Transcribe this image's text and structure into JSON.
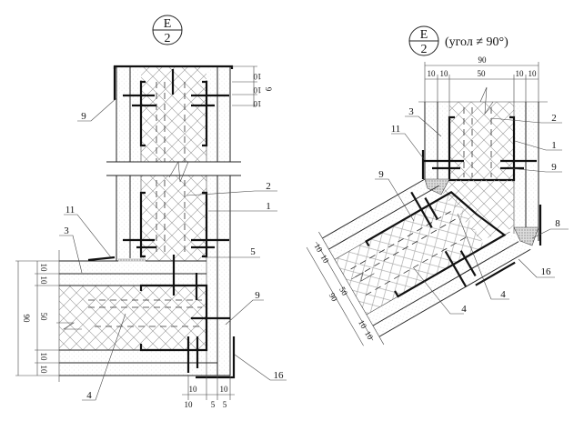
{
  "left_detail": {
    "marker": {
      "top": "E",
      "bottom": "2"
    },
    "labels": {
      "l9a": "9",
      "l2": "2",
      "l1": "1",
      "l11": "11",
      "l3": "3",
      "l5": "5",
      "l9b": "9",
      "l16": "16",
      "l4": "4"
    },
    "dims": {
      "total": "90",
      "d10a": "10",
      "d10b": "10",
      "d50": "50",
      "d10c": "10",
      "d10d": "10",
      "top10a": "10",
      "top10b": "10",
      "top10c": "10",
      "top9": "9",
      "bot10a": "10",
      "bot10b": "10",
      "bot10c": "10",
      "bot5a": "5",
      "bot5b": "5"
    }
  },
  "right_detail": {
    "marker": {
      "top": "E",
      "bottom": "2"
    },
    "note": "(угол ≠ 90°)",
    "labels": {
      "l3": "3",
      "l2": "2",
      "l11": "11",
      "l1": "1",
      "l9a": "9",
      "l9b": "9",
      "l8": "8",
      "l16": "16",
      "l4a": "4",
      "l4b": "4"
    },
    "dims": {
      "total_top": "90",
      "t10a": "10",
      "t10b": "10",
      "t50": "50",
      "t10c": "10",
      "t10d": "10",
      "total_side": "90",
      "s10a": "10",
      "s10b": "10",
      "s50": "50",
      "s10c": "10",
      "s10d": "10"
    }
  }
}
